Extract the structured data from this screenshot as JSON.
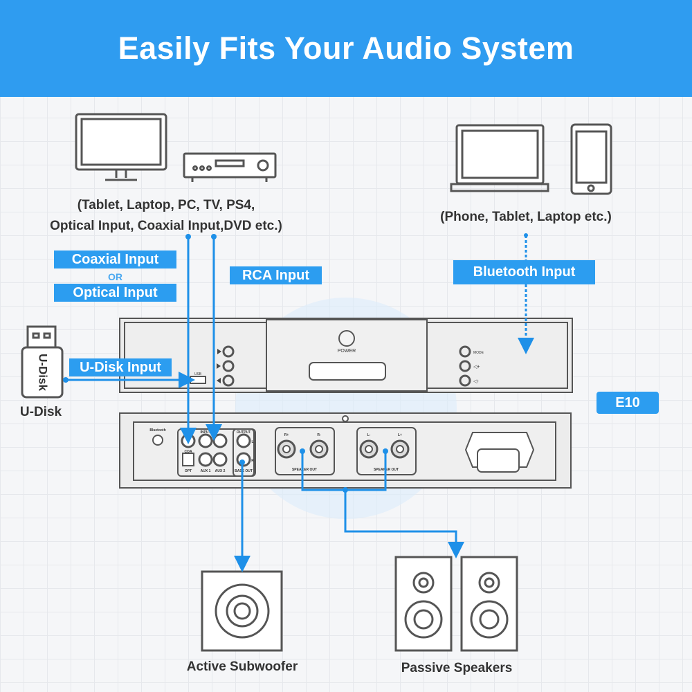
{
  "title": "Easily Fits Your Audio System",
  "sources_left": [
    "(Tablet, Laptop, PC, TV, PS4,",
    "Optical Input, Coaxial Input,DVD etc.)"
  ],
  "sources_right": "(Phone, Tablet, Laptop etc.)",
  "labels": {
    "coaxial": "Coaxial Input",
    "or": "OR",
    "optical": "Optical Input",
    "rca": "RCA Input",
    "bluetooth": "Bluetooth Input",
    "udisk_input": "U-Disk Input",
    "model": "E10",
    "udisk": "U-Disk",
    "udisk_stick": "U-Disk",
    "subwoofer": "Active Subwoofer",
    "speakers": "Passive Speakers"
  },
  "front_panel": {
    "power": "POWER",
    "usb": "USB",
    "mode": "MODE",
    "vol_up": "◁+",
    "vol_down": "◁-"
  },
  "back_panel": {
    "bluetooth": "Bluetooth",
    "input": "INPUT",
    "output": "OUTPUT",
    "coa": "COA",
    "opt": "OPT",
    "aux1": "AUX 1",
    "aux2": "AUX 2",
    "bass_out": "BASS OUT",
    "l": "L",
    "r": "R",
    "speaker_out": "SPEAKER OUT",
    "r_plus": "R+",
    "r_minus": "R-",
    "l_minus": "L-",
    "l_plus": "L+"
  },
  "colors": {
    "accent": "#2c9df0",
    "line": "#1e90e8"
  }
}
